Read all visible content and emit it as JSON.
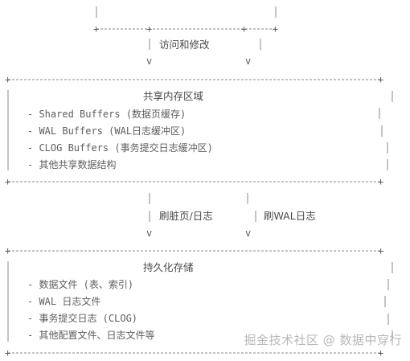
{
  "flow_top": {
    "label": "访问和修改"
  },
  "shared_memory": {
    "title": "共享内存区域",
    "items": [
      "- Shared Buffers (数据页缓存)",
      "- WAL Buffers (WAL日志缓冲区)",
      "- CLOG Buffers (事务提交日志缓冲区)",
      "- 其他共享数据结构"
    ]
  },
  "flow_middle": {
    "left_label": "刷脏页/日志",
    "right_label": "刷WAL日志"
  },
  "persistent_storage": {
    "title": "持久化存储",
    "items": [
      "- 数据文件 (表、索引)",
      "- WAL 日志文件",
      "- 事务提交日志 (CLOG)",
      "- 其他配置文件、日志文件等"
    ]
  },
  "watermark": "掘金技术社区 @ 数据中穿行",
  "colors": {
    "text": "#4a4a4a",
    "lines": "#8a8a8a",
    "watermark": "#a0a0a0",
    "background": "#ffffff"
  }
}
